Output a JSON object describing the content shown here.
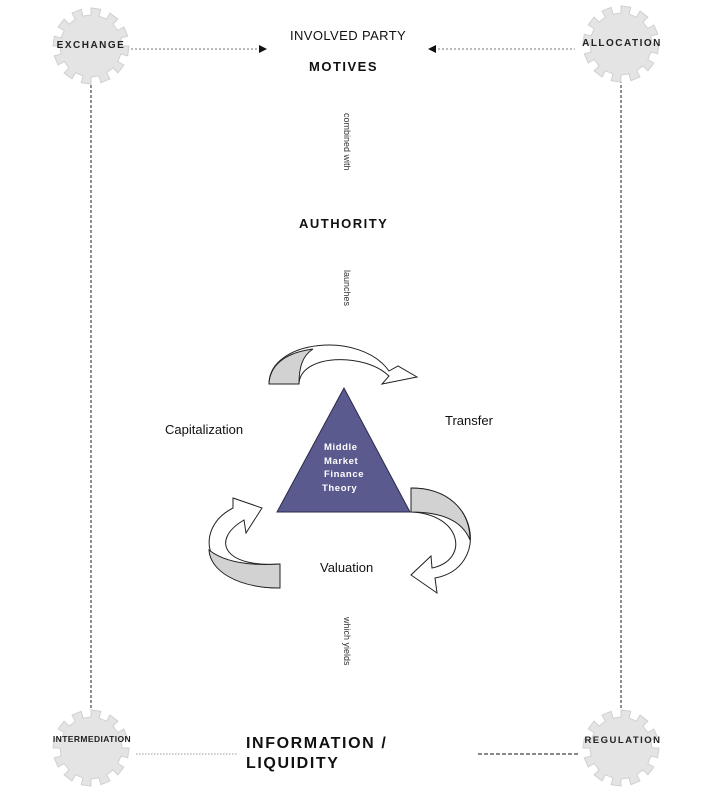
{
  "gears": {
    "top_left": "Exchange",
    "top_right": "Allocation",
    "bottom_left": "Intermediation",
    "bottom_right": "Regulation"
  },
  "flow": {
    "involved_party": "INVOLVED PARTY",
    "motives": "Motives",
    "connector_1": "combined with",
    "authority": "Authority",
    "connector_2": "launches",
    "connector_3": "which yields",
    "result": "INFORMATION / LIQUIDITY"
  },
  "cycle": {
    "capitalization": "Capitalization",
    "transfer": "Transfer",
    "valuation": "Valuation"
  },
  "core": {
    "title": "Middle Market Finance Theory",
    "line1": "Middle",
    "line2": "Market",
    "line3": "Finance",
    "line4": "Theory",
    "fill_color": "#5b5a8e"
  }
}
